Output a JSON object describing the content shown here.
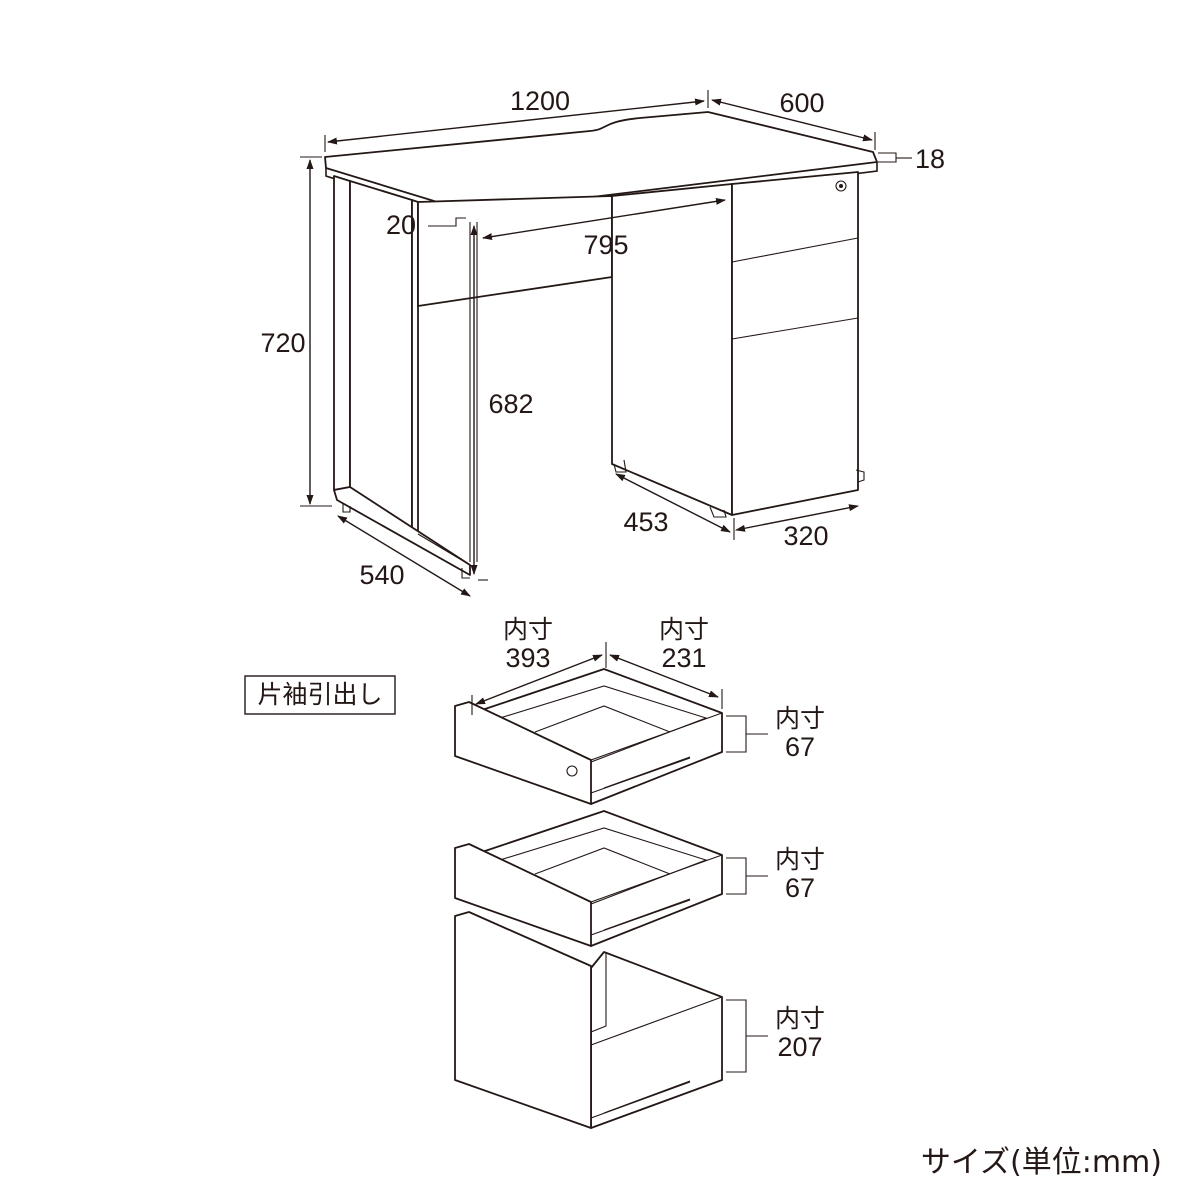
{
  "desk": {
    "width": "1200",
    "depth": "600",
    "top_thickness": "18",
    "height": "720",
    "apron_offset": "20",
    "knee_width": "795",
    "knee_height": "682",
    "leg_depth": "540",
    "pedestal_depth": "453",
    "pedestal_width": "320"
  },
  "drawers": {
    "section_label": "片袖引出し",
    "inner_label": "内寸",
    "inner_width": "393",
    "inner_depth": "231",
    "drawer1_height": "67",
    "drawer2_height": "67",
    "drawer3_height": "207"
  },
  "caption": "サイズ(単位:mm)",
  "colors": {
    "line": "#231815",
    "background": "#ffffff"
  }
}
